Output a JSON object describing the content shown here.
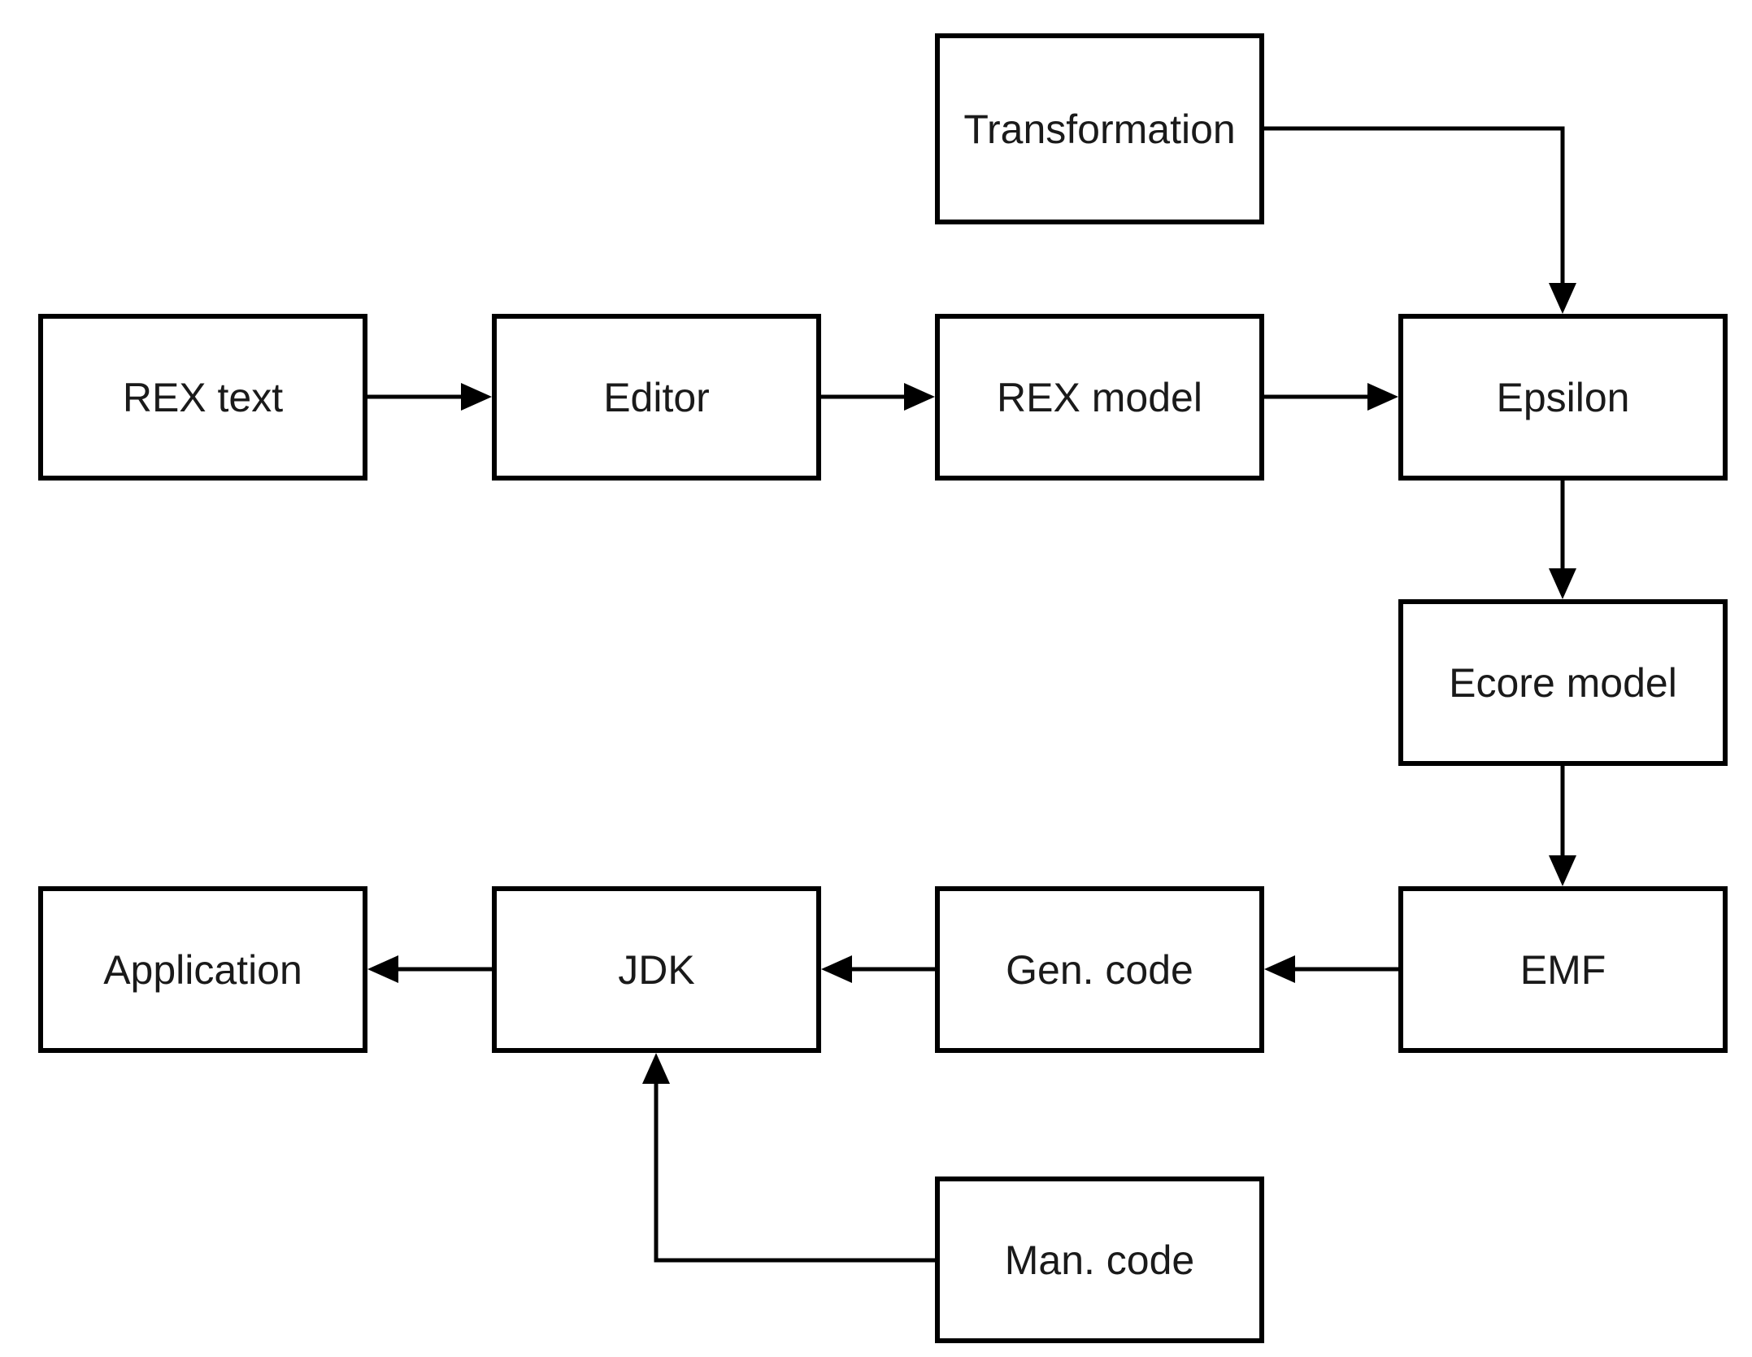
{
  "diagram": {
    "title": "REX toolchain flow diagram",
    "background_color": "#ffffff",
    "box_border_color": "#000000",
    "box_fill_color": "#ffffff",
    "text_color": "#1a1a1a",
    "arrow_color": "#000000",
    "nodes": [
      {
        "id": "transformation",
        "label": "Transformation"
      },
      {
        "id": "rex-text",
        "label": "REX text"
      },
      {
        "id": "editor",
        "label": "Editor"
      },
      {
        "id": "rex-model",
        "label": "REX model"
      },
      {
        "id": "epsilon",
        "label": "Epsilon"
      },
      {
        "id": "ecore-model",
        "label": "Ecore model"
      },
      {
        "id": "emf",
        "label": "EMF"
      },
      {
        "id": "gen-code",
        "label": "Gen. code"
      },
      {
        "id": "jdk",
        "label": "JDK"
      },
      {
        "id": "application",
        "label": "Application"
      },
      {
        "id": "man-code",
        "label": "Man. code"
      }
    ],
    "edges": [
      {
        "from": "rex-text",
        "to": "editor"
      },
      {
        "from": "editor",
        "to": "rex-model"
      },
      {
        "from": "rex-model",
        "to": "epsilon"
      },
      {
        "from": "transformation",
        "to": "epsilon"
      },
      {
        "from": "epsilon",
        "to": "ecore-model"
      },
      {
        "from": "ecore-model",
        "to": "emf"
      },
      {
        "from": "emf",
        "to": "gen-code"
      },
      {
        "from": "gen-code",
        "to": "jdk"
      },
      {
        "from": "jdk",
        "to": "application"
      },
      {
        "from": "man-code",
        "to": "jdk"
      }
    ]
  }
}
